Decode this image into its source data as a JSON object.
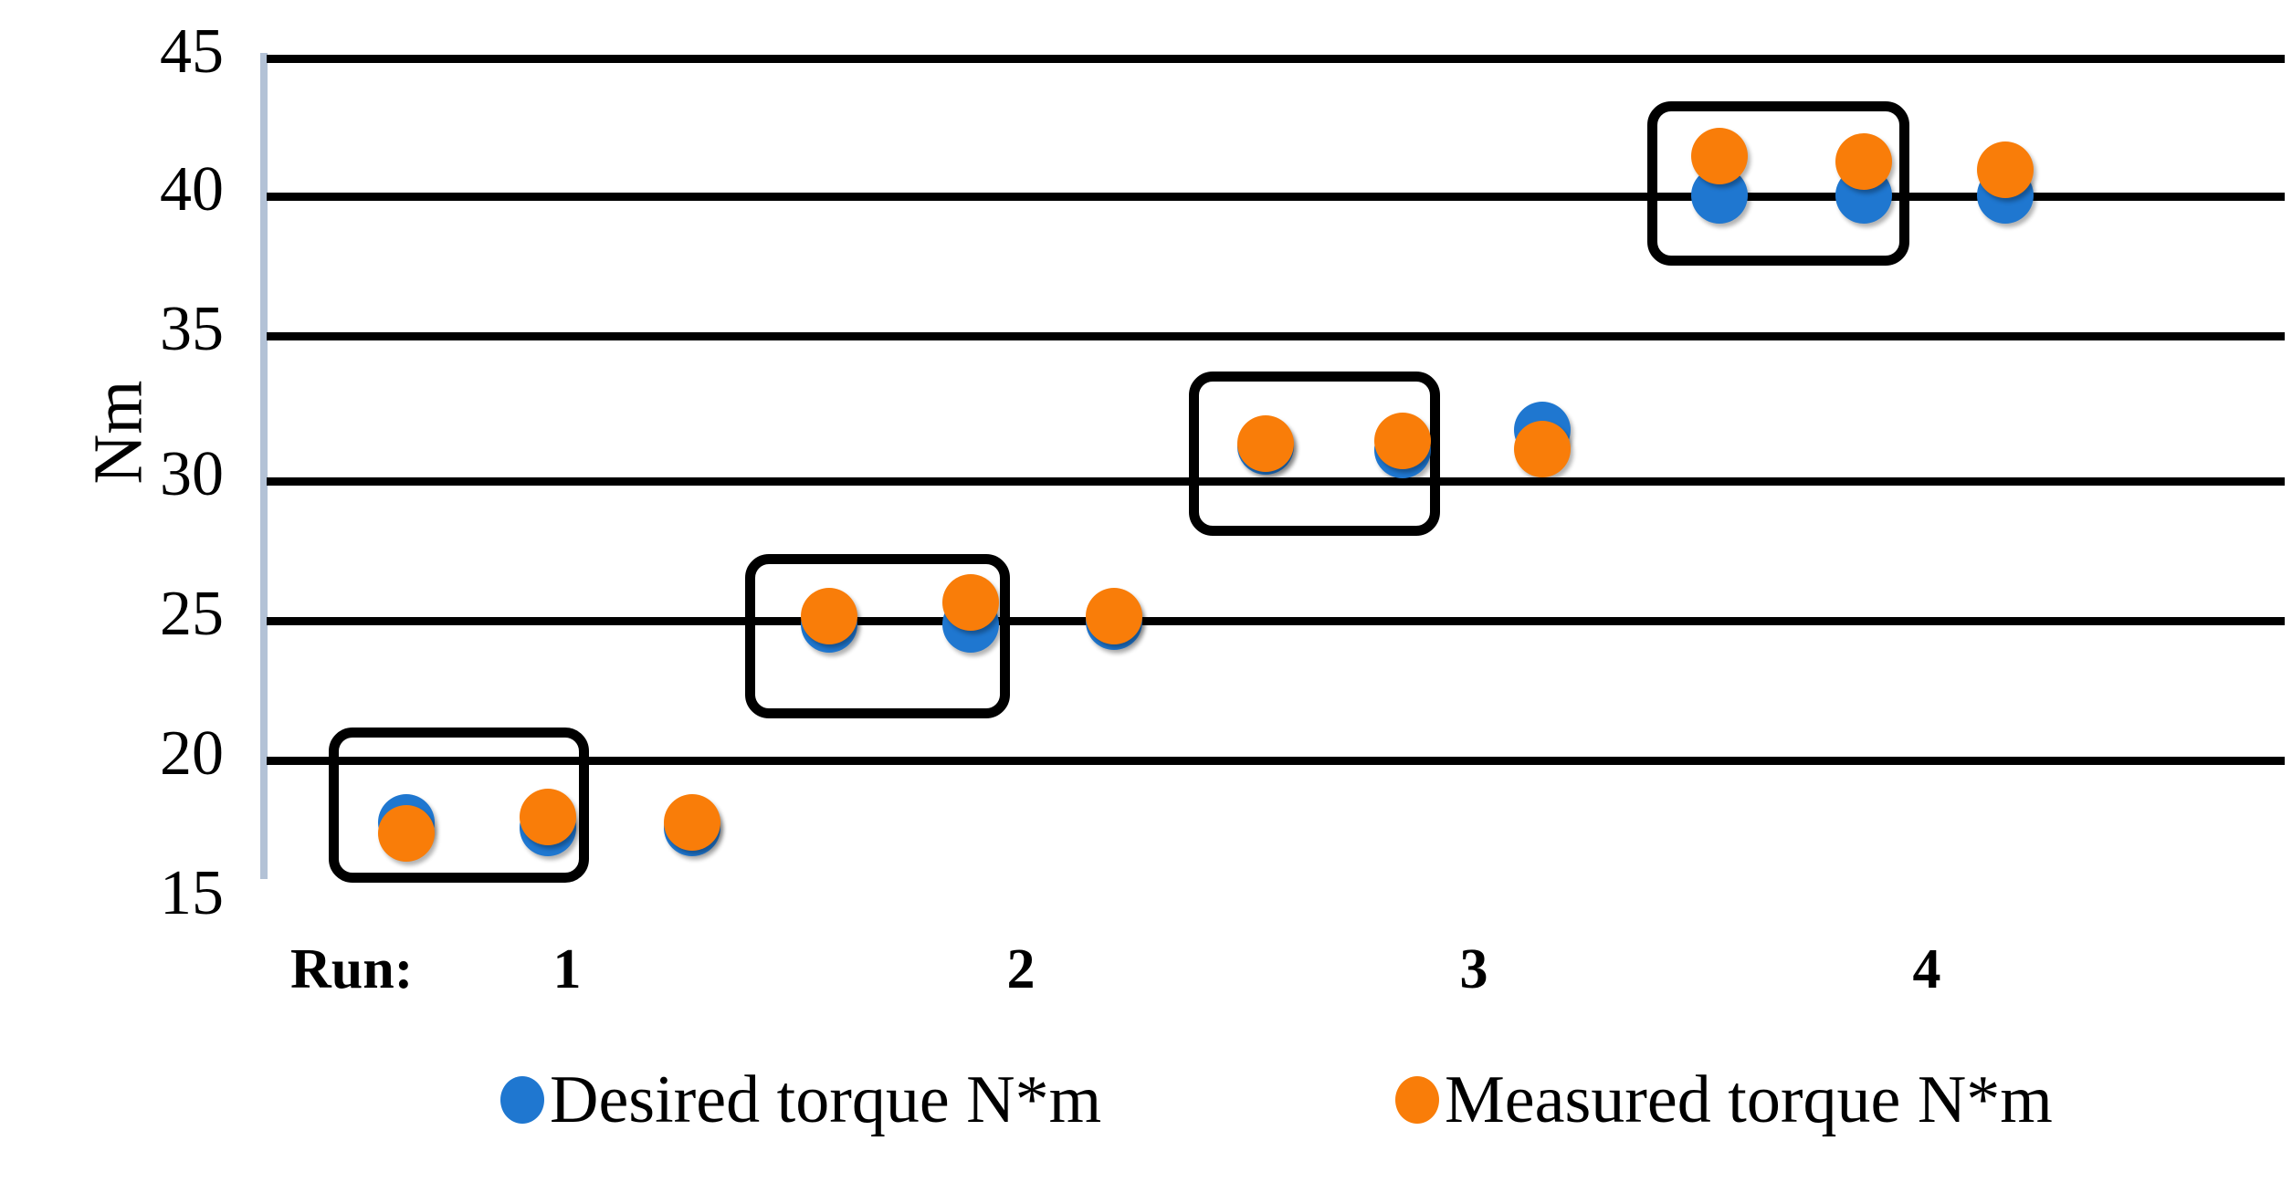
{
  "chart_data": {
    "type": "scatter",
    "title": "",
    "xlabel": "Run:",
    "ylabel": "Nm",
    "ylim": [
      15,
      45
    ],
    "yticks": [
      15,
      20,
      25,
      30,
      35,
      40,
      45
    ],
    "grid": true,
    "legend_position": "bottom",
    "categories": [
      "1",
      "2",
      "3",
      "4"
    ],
    "x": [
      1,
      2,
      3,
      4,
      5,
      6,
      7,
      8,
      9,
      10,
      11,
      12
    ],
    "series": [
      {
        "name": "Desired torque N*m",
        "color": "#1f77d0",
        "values": [
          17.5,
          17.3,
          17.3,
          25.0,
          25.0,
          25.0,
          32.0,
          32.0,
          32.2,
          40.0,
          40.0,
          40.0
        ]
      },
      {
        "name": "Measured torque N*m",
        "color": "#f97d09",
        "values": [
          17.4,
          17.8,
          17.6,
          25.1,
          25.5,
          25.0,
          32.0,
          32.1,
          31.8,
          41.4,
          41.2,
          40.9
        ]
      }
    ],
    "groups": [
      {
        "label": "1",
        "run": 1,
        "indices": [
          0,
          1,
          2
        ]
      },
      {
        "label": "2",
        "run": 2,
        "indices": [
          3,
          4,
          5
        ]
      },
      {
        "label": "3",
        "run": 3,
        "indices": [
          6,
          7,
          8
        ]
      },
      {
        "label": "4",
        "run": 4,
        "indices": [
          9,
          10,
          11
        ]
      }
    ],
    "annotations": [
      {
        "name": "run-1-box",
        "label": "Run 1 group highlight"
      },
      {
        "name": "run-2-box",
        "label": "Run 2 group highlight"
      },
      {
        "name": "run-3-box",
        "label": "Run 3 group highlight"
      },
      {
        "name": "run-4-box",
        "label": "Run 4 group highlight"
      }
    ]
  },
  "axis": {
    "y_label": "Nm",
    "y_ticks": [
      "45",
      "40",
      "35",
      "30",
      "25",
      "20",
      "15"
    ],
    "x_title": "Run:",
    "x_ticks": [
      "1",
      "2",
      "3",
      "4"
    ]
  },
  "legend": {
    "items": [
      {
        "label": "Desired torque N*m",
        "color": "#1f77d0"
      },
      {
        "label": "Measured torque N*m",
        "color": "#f97d09"
      }
    ]
  },
  "colors": {
    "desired": "#1f77d0",
    "measured": "#f97d09",
    "gridline": "#000000",
    "axis_line": "#b3c2d6",
    "annotation_box": "#000000",
    "background": "#ffffff"
  }
}
